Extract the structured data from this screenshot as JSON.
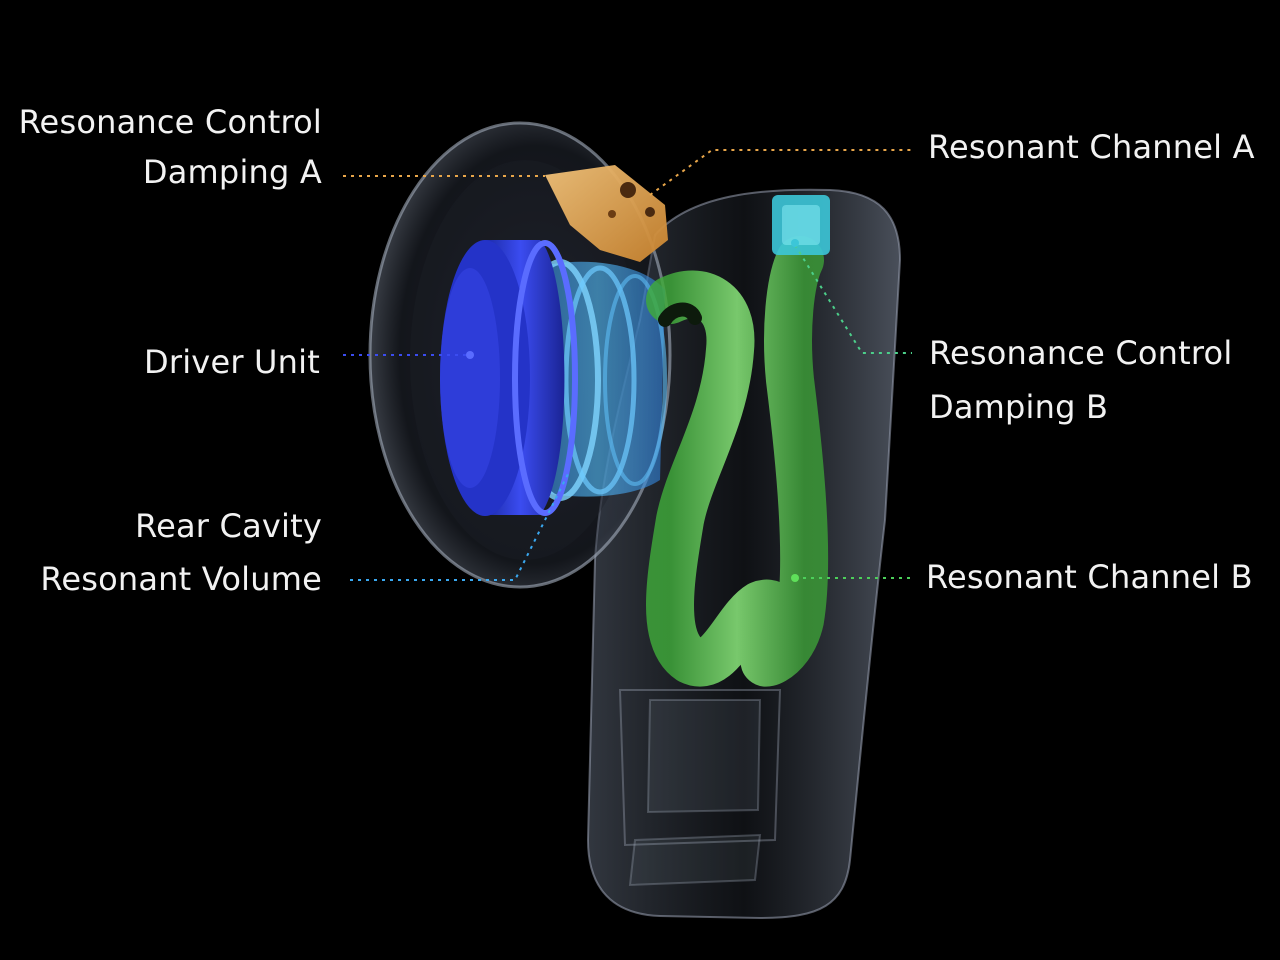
{
  "labels": {
    "resonance_control_damping_a": [
      "Resonance Control",
      "Damping A"
    ],
    "driver_unit": [
      "Driver Unit"
    ],
    "rear_cavity_resonant_volume": [
      "Rear Cavity",
      "Resonant Volume"
    ],
    "resonant_channel_a": [
      "Resonant Channel A"
    ],
    "resonance_control_damping_b": [
      "Resonance Control",
      "Damping B"
    ],
    "resonant_channel_b": [
      "Resonant Channel B"
    ]
  },
  "colors": {
    "background": "#000000",
    "label_text": "#f2f2f2",
    "damping_a_orange": "#e8a64a",
    "driver_blue": "#2f3fd8",
    "rear_cavity_blue": "#3aa8f0",
    "channel_green": "#5fe05a",
    "damping_b_cyan": "#3cc6d8",
    "shell_gray": "#8a94a6"
  }
}
